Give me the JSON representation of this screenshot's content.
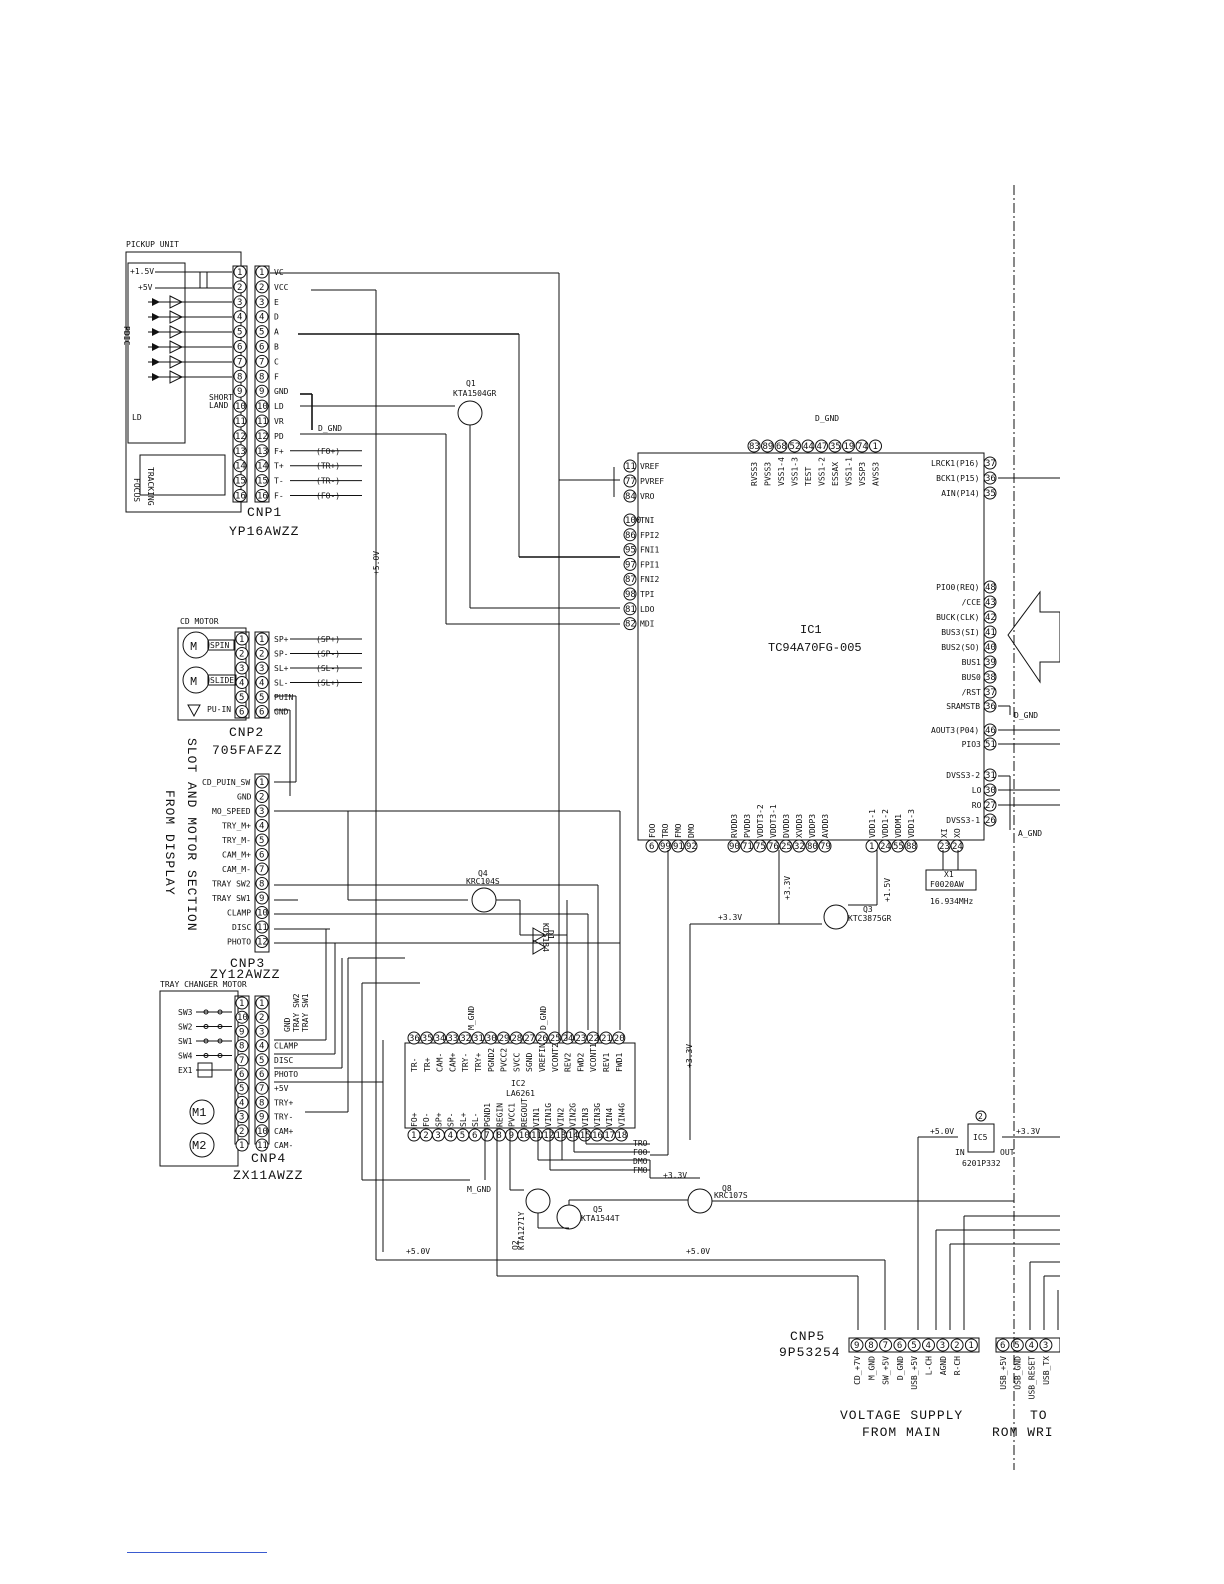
{
  "pickup": {
    "title": "PICKUP UNIT",
    "supplies": [
      "+1.5V",
      "+5V"
    ],
    "labels": [
      "PDIC",
      "LD",
      "SHORT",
      "LAND",
      "TRACKING",
      "FOCUS"
    ],
    "connector": "CNP1",
    "part": "YP16AWZZ",
    "pins": [
      "VC",
      "VCC",
      "E",
      "D",
      "A",
      "B",
      "C",
      "F",
      "GND",
      "LD",
      "VR",
      "PD",
      "F+",
      "T+",
      "T-",
      "F-"
    ],
    "nets": [
      "(FO+)",
      "(TR+)",
      "(TR-)",
      "(FO-)"
    ]
  },
  "cdmotor": {
    "title": "CD MOTOR",
    "motors": [
      "SPIN",
      "SLIDE",
      "PU-IN"
    ],
    "connector": "CNP2",
    "part": "705FAFZZ",
    "pins": [
      "SP+",
      "SP-",
      "SL+",
      "SL-",
      "PUIN",
      "GND"
    ],
    "nets": [
      "(SP+)",
      "(SP-)",
      "(SL-)",
      "(SL+)"
    ]
  },
  "cnp3": {
    "connector": "CNP3",
    "part": "ZY12AWZZ",
    "pins": [
      "CD_PUIN_SW",
      "GND",
      "MO_SPEED",
      "TRY_M+",
      "TRY_M-",
      "CAM_M+",
      "CAM_M-",
      "TRAY SW2",
      "TRAY SW1",
      "CLAMP",
      "DISC",
      "PHOTO"
    ],
    "side_text_1": "SLOT AND MOTOR SECTION",
    "side_text_2": "FROM DISPLAY"
  },
  "tray": {
    "title": "TRAY CHANGER MOTOR",
    "switches": [
      "SW3",
      "SW2",
      "SW1",
      "SW4",
      "EX1"
    ],
    "motors": [
      "M1",
      "M2"
    ],
    "connector": "CNP4",
    "part": "ZX11AWZZ",
    "pin_nums": [
      "1",
      "10",
      "9",
      "8",
      "7",
      "6",
      "5",
      "4",
      "3",
      "2",
      "1"
    ],
    "pins": [
      "GND",
      "TRAY SW2",
      "TRAY SW1",
      "CLAMP",
      "DISC",
      "PHOTO",
      "+5V",
      "TRY+",
      "TRY-",
      "CAM+",
      "CAM-"
    ]
  },
  "ic1": {
    "ref": "IC1",
    "part": "TC94A70FG-005",
    "top_pins": [
      "RVSS3",
      "PVSS3",
      "VSS1-4",
      "VSS1-3",
      "TEST",
      "VSS1-2",
      "ESSAX",
      "VSS1-1",
      "VSSP3",
      "AVSS3"
    ],
    "top_nums": [
      "83",
      "89",
      "68",
      "52",
      "44",
      "47",
      "35",
      "19",
      "74",
      "1"
    ],
    "left_top": [
      [
        "VREF",
        "11"
      ],
      [
        "PVREF",
        "77"
      ],
      [
        "VRO",
        "84"
      ]
    ],
    "left_mid": [
      [
        "TNI",
        "100"
      ],
      [
        "FPI2",
        "86"
      ],
      [
        "FNI1",
        "95"
      ],
      [
        "FPI1",
        "97"
      ],
      [
        "FNI2",
        "87"
      ],
      [
        "TPI",
        "98"
      ],
      [
        "LDO",
        "81"
      ],
      [
        "MDI",
        "82"
      ]
    ],
    "right": [
      [
        "LRCK1(P16)",
        "37"
      ],
      [
        "BCK1(P15)",
        "36"
      ],
      [
        "AIN(P14)",
        "35"
      ],
      [
        "PIO0(REQ)",
        "48"
      ],
      [
        "/CCE",
        "43"
      ],
      [
        "BUCK(CLK)",
        "42"
      ],
      [
        "BUS3(SI)",
        "41"
      ],
      [
        "BUS2(SO)",
        "40"
      ],
      [
        "BUS1",
        "39"
      ],
      [
        "BUS0",
        "38"
      ],
      [
        "/RST",
        "37"
      ],
      [
        "SRAMSTB",
        "36"
      ],
      [
        "AOUT3(P04)",
        "46"
      ],
      [
        "PIO3",
        "51"
      ],
      [
        "DVSS3-2",
        "31"
      ],
      [
        "LO",
        "30"
      ],
      [
        "RO",
        "27"
      ],
      [
        "DVSS3-1",
        "26"
      ]
    ],
    "bottom_a": [
      "FOO",
      "TRO",
      "FMO",
      "DMO"
    ],
    "bottom_b": [
      "RVDD3",
      "PVDD3",
      "VDDT3-2",
      "VDDT3-1",
      "DVDD3",
      "XVDD3",
      "VDDP3",
      "AVDD3"
    ],
    "bottom_c": [
      "VDD1-1",
      "VDD1-2",
      "VDDM1",
      "VDD1-3"
    ],
    "bottom_d": [
      "XI",
      "XO"
    ]
  },
  "ic2": {
    "ref": "IC2",
    "part": "LA6261",
    "top_pins": [
      "TR-",
      "TR+",
      "CAM-",
      "CAM+",
      "TRY-",
      "TRY+",
      "PGND2",
      "PVCC2",
      "SVCC",
      "SGND",
      "VREFIN",
      "VCONT2",
      "REV2",
      "FWD2",
      "VCONT1",
      "REV1",
      "FWD1"
    ],
    "bottom_pins": [
      "FO+",
      "FO-",
      "SP+",
      "SP-",
      "SL+",
      "SL-",
      "PGND1",
      "REGIN",
      "PVCC1",
      "REGOUT",
      "VIN1",
      "VIN1G",
      "VIN2",
      "VIN2G",
      "VIN3",
      "VIN3G",
      "VIN4",
      "VIN4G"
    ],
    "signals": [
      "TRO",
      "FOO",
      "DMO",
      "FMO"
    ]
  },
  "transistors": [
    {
      "ref": "Q1",
      "part": "KTA1504GR"
    },
    {
      "ref": "Q2",
      "part": "KTA1271Y"
    },
    {
      "ref": "Q3",
      "part": "KTC3875GR"
    },
    {
      "ref": "Q4",
      "part": "KRC104S"
    },
    {
      "ref": "Q5",
      "part": "KTA1544T"
    },
    {
      "ref": "Q8",
      "part": "KRC107S"
    }
  ],
  "diode": {
    "ref": "D1",
    "part": "KDS184"
  },
  "crystal": {
    "ref": "X1",
    "part": "F0020AW",
    "freq": "16.934MHz"
  },
  "ic5": {
    "ref": "IC5",
    "part": "6201P332",
    "in": "IN",
    "out": "OUT",
    "vin": "+5.0V",
    "vout": "+3.3V",
    "gnd": "2"
  },
  "rails": {
    "v5": "+5.0V",
    "v33": "+3.3V",
    "v15": "+1.5V",
    "dgnd": "D_GND",
    "mgnd": "M_GND",
    "agnd": "A_GND",
    "usbgnd": "USB_GND"
  },
  "cnp5": {
    "connector": "CNP5",
    "part": "9P53254",
    "nums": [
      "9",
      "8",
      "7",
      "6",
      "5",
      "4",
      "3",
      "2",
      "1"
    ],
    "pins": [
      "CD_+7V",
      "M_GND",
      "SW_+5V",
      "D_GND",
      "USB_+5V",
      "L-CH",
      "AGND",
      "R-CH"
    ],
    "caption_1": "VOLTAGE SUPPLY",
    "caption_2": "FROM MAIN"
  },
  "usb": {
    "nums": [
      "6",
      "5",
      "4",
      "3"
    ],
    "pins": [
      "USB_+5V",
      "USB_GND",
      "USB_RESET",
      "USB_TX"
    ],
    "caption_1": "TO",
    "caption_2": "ROM WRI"
  }
}
